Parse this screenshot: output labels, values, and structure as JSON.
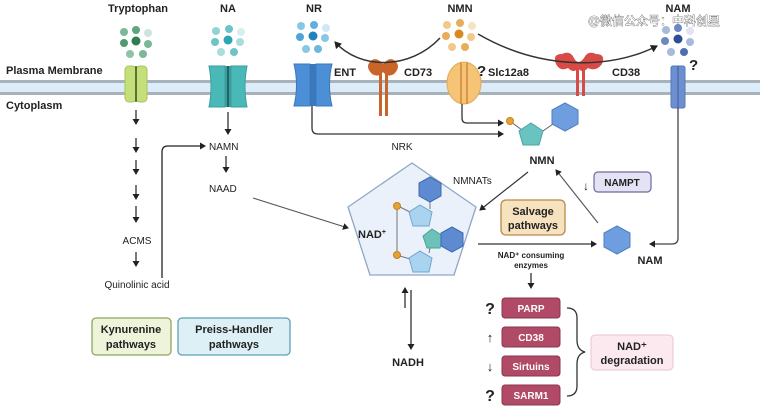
{
  "watermark": "@微信公众号：中科创星",
  "membrane": {
    "label_top": "Plasma Membrane",
    "label_bottom": "Cytoplasm"
  },
  "precursors": {
    "tryptophan": "Tryptophan",
    "na": "NA",
    "nr": "NR",
    "nmn": "NMN",
    "nam": "NAM"
  },
  "transporters": {
    "ent": "ENT",
    "cd73": "CD73",
    "slc12a8": "Slc12a8",
    "cd38": "CD38",
    "question": "?"
  },
  "kynurenine": {
    "acms": "ACMS",
    "quinolinic": "Quinolinic acid"
  },
  "preiss": {
    "namn": "NAMN",
    "naad": "NAAD"
  },
  "salvage": {
    "nrk": "NRK",
    "nmn": "NMN",
    "nmnats": "NMNATs",
    "nampt": "NAMPT",
    "nampt_arrow": "↓",
    "nam": "NAM",
    "box_line1": "Salvage",
    "box_line2": "pathways"
  },
  "nad": {
    "label": "NAD",
    "sup": "+",
    "nadh": "NADH"
  },
  "consuming": {
    "line1": "NAD⁺ consuming",
    "line2": "enzymes"
  },
  "enzymes": [
    {
      "name": "PARP",
      "indicator": "?"
    },
    {
      "name": "CD38",
      "indicator": "↑"
    },
    {
      "name": "Sirtuins",
      "indicator": "↓"
    },
    {
      "name": "SARM1",
      "indicator": "?"
    }
  ],
  "degradation": {
    "line1": "NAD⁺",
    "line2": "degradation"
  },
  "legend": {
    "kynurenine_line1": "Kynurenine",
    "kynurenine_line2": "pathways",
    "preiss_line1": "Preiss-Handler",
    "preiss_line2": "pathways"
  },
  "colors": {
    "membrane_band": "#dcecf8",
    "membrane_line": "#a7b2bb",
    "tryptophan": "#4f9a6e",
    "na": "#4bb8b8",
    "nr": "#2e8fc4",
    "nmn": "#e09a2a",
    "nam": "#3c62a8",
    "enzyme_box": "#b04a66",
    "salvage_box": "#f7e2c0",
    "nampt_box": "#e4e2f5",
    "degradation_box": "#fbe9ef",
    "kyn_box": "#eef4da",
    "preiss_box": "#dcf0f6"
  }
}
